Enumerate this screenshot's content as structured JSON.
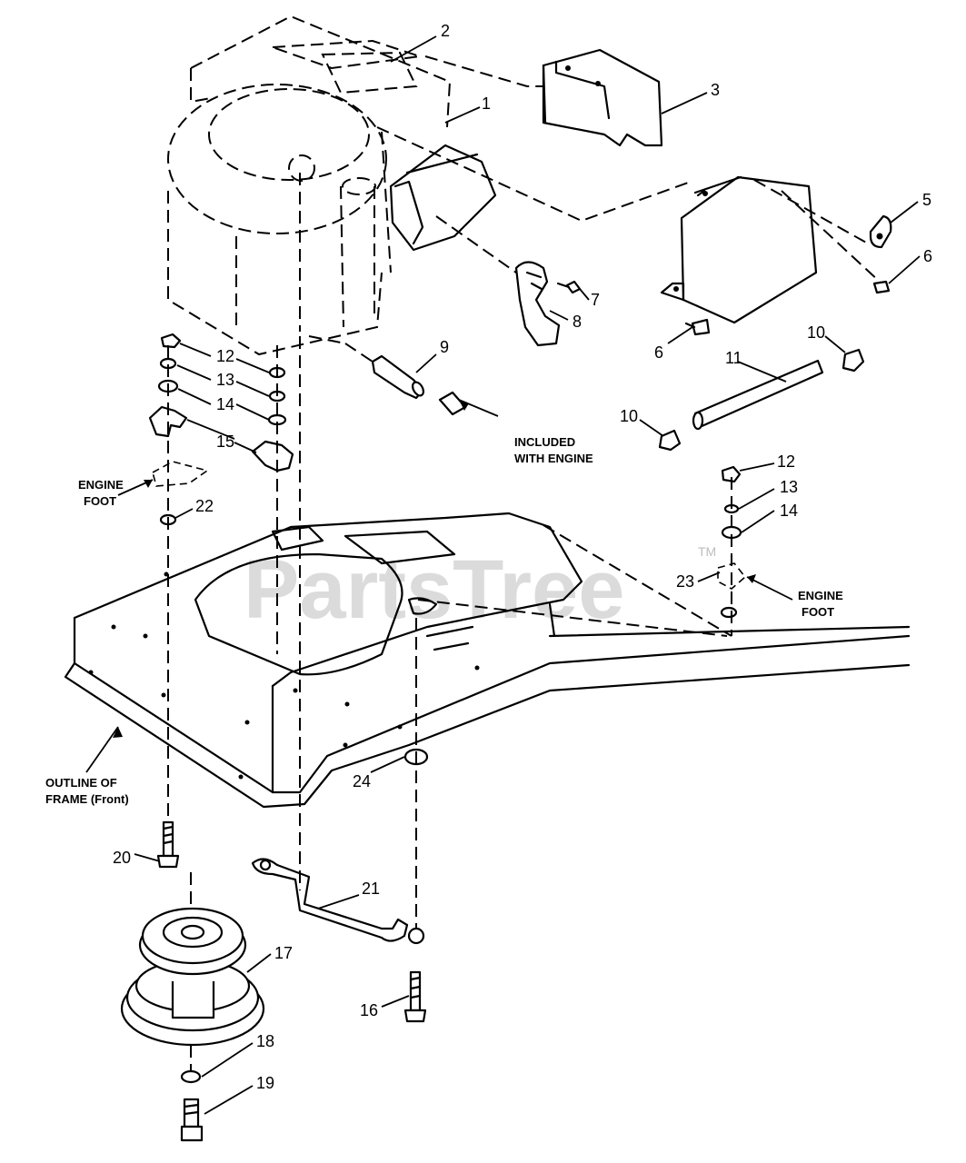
{
  "watermark": {
    "text": "PartsTree",
    "trademark": "TM"
  },
  "callouts": {
    "c1": "1",
    "c2": "2",
    "c3": "3",
    "c5": "5",
    "c6a": "6",
    "c6b": "6",
    "c7": "7",
    "c8": "8",
    "c9": "9",
    "c10a": "10",
    "c10b": "10",
    "c11": "11",
    "c12a": "12",
    "c13a": "13",
    "c14a": "14",
    "c15": "15",
    "c22": "22",
    "c12b": "12",
    "c13b": "13",
    "c14b": "14",
    "c23": "23",
    "c24": "24",
    "c20": "20",
    "c21": "21",
    "c17": "17",
    "c16": "16",
    "c18": "18",
    "c19": "19"
  },
  "notes": {
    "included_line1": "INCLUDED",
    "included_line2": "WITH ENGINE",
    "engine_foot_left_line1": "ENGINE",
    "engine_foot_left_line2": "FOOT",
    "engine_foot_right_line1": "ENGINE",
    "engine_foot_right_line2": "FOOT",
    "frame_line1": "OUTLINE OF",
    "frame_line2": "FRAME (Front)"
  }
}
